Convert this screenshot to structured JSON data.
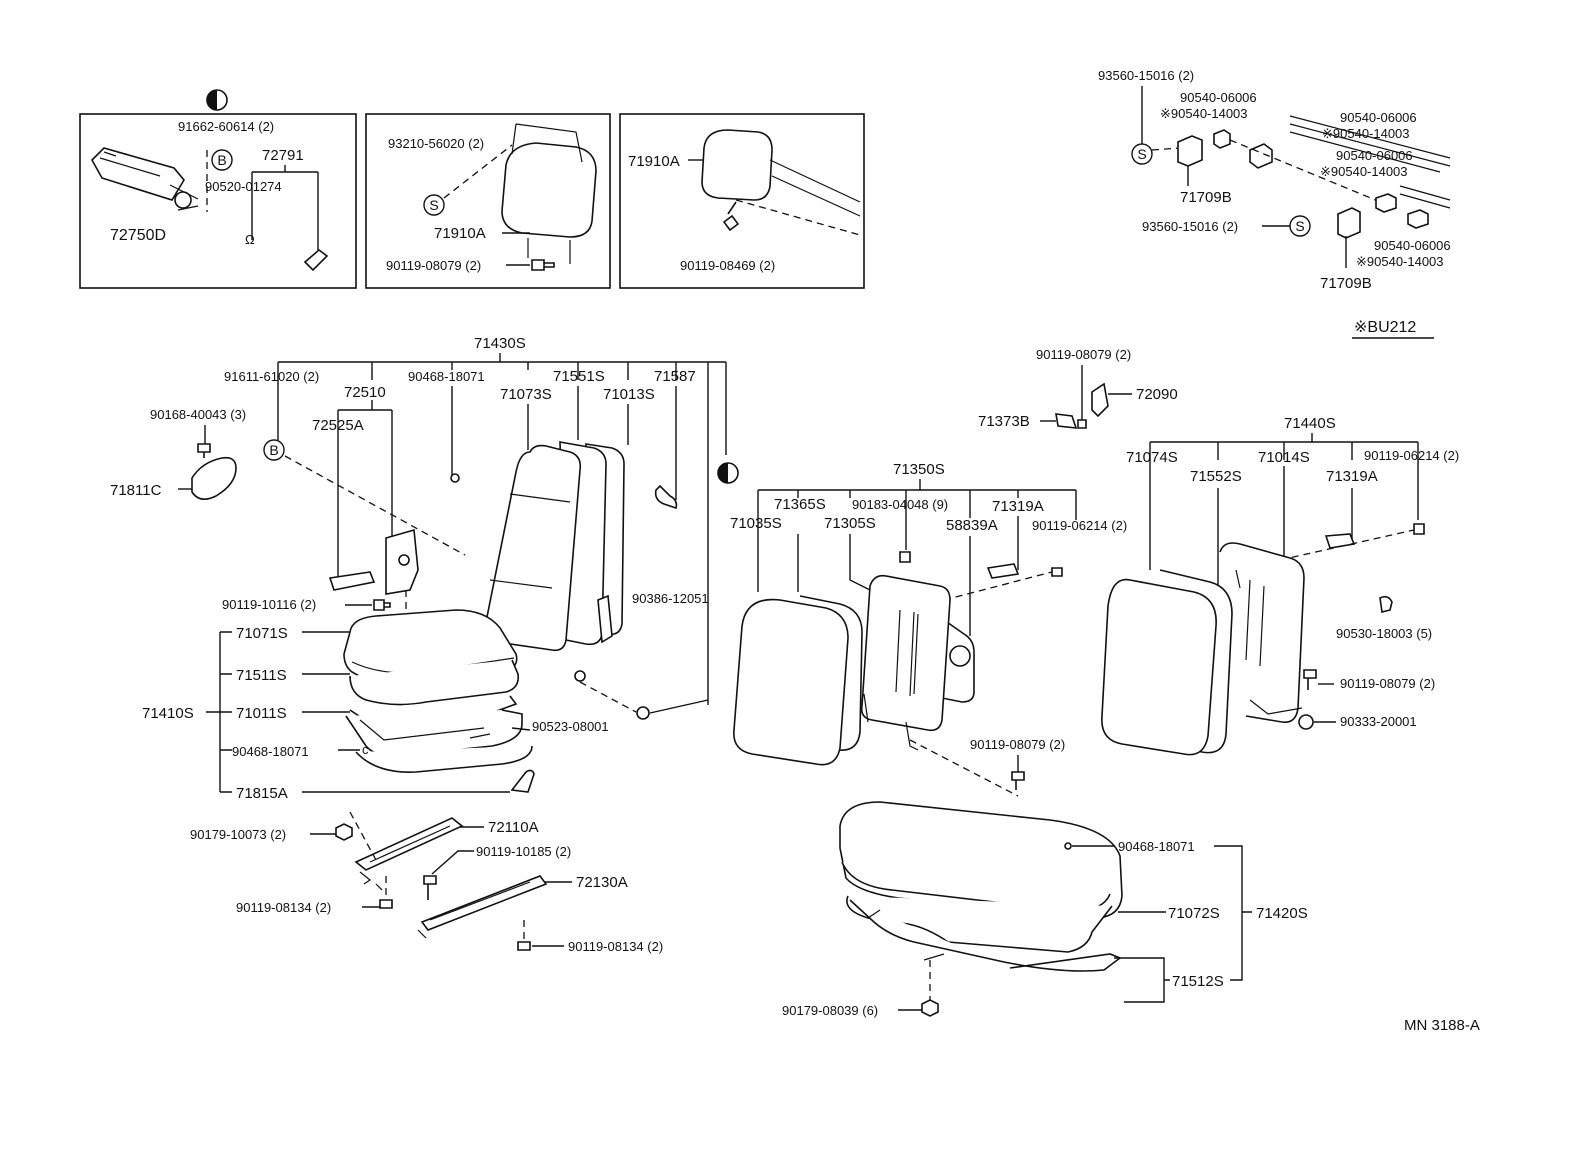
{
  "drawing_id": "MN 3188-A",
  "variant_note": "※BU212",
  "symbols": {
    "b": "B",
    "s": "S"
  },
  "inset1": {
    "p91662": "91662-60614 (2)",
    "p72791": "72791",
    "p90520": "90520-01274",
    "p72750D": "72750D"
  },
  "inset2": {
    "p93210": "93210-56020 (2)",
    "p71910A": "71910A",
    "p90119": "90119-08079 (2)"
  },
  "inset3": {
    "p71910A": "71910A",
    "p90119": "90119-08469 (2)"
  },
  "topright": {
    "p93560a": "93560-15016 (2)",
    "p90540_06006_a": "90540-06006",
    "p90540_14003_a": "※90540-14003",
    "p90540_06006_b": "90540-06006",
    "p90540_14003_b": "※90540-14003",
    "p90540_06006_c": "90540-06006",
    "p90540_14003_c": "※90540-14003",
    "p71709B_a": "71709B",
    "p93560b": "93560-15016 (2)",
    "p90540_06006_d": "90540-06006",
    "p90540_14003_d": "※90540-14003",
    "p71709B_b": "71709B"
  },
  "left_seat": {
    "p71430S": "71430S",
    "p91611": "91611-61020 (2)",
    "p72510": "72510",
    "p90468a": "90468-18071",
    "p71551S": "71551S",
    "p71587": "71587",
    "p90168": "90168-40043 (3)",
    "p72525A": "72525A",
    "p71073S": "71073S",
    "p71013S": "71013S",
    "p71811C": "71811C",
    "p90119_10116": "90119-10116 (2)",
    "p90386": "90386-12051",
    "p71071S": "71071S",
    "p71511S": "71511S",
    "p71410S": "71410S",
    "p71011S": "71011S",
    "p90523": "90523-08001",
    "p90468b": "90468-18071",
    "p71815A": "71815A",
    "p72110A": "72110A",
    "p90179_10073": "90179-10073 (2)",
    "p90119_10185": "90119-10185 (2)",
    "p72130A": "72130A",
    "p90119_08134a": "90119-08134 (2)",
    "p90119_08134b": "90119-08134 (2)"
  },
  "right_seat": {
    "p90119_08079a": "90119-08079 (2)",
    "p72090": "72090",
    "p71373B": "71373B",
    "p71350S": "71350S",
    "p71365S": "71365S",
    "p90183": "90183-04048 (9)",
    "p71319A_a": "71319A",
    "p71035S": "71035S",
    "p71305S": "71305S",
    "p58839A": "58839A",
    "p90119_06214a": "90119-06214 (2)",
    "p71440S": "71440S",
    "p71074S": "71074S",
    "p71014S": "71014S",
    "p90119_06214b": "90119-06214 (2)",
    "p71552S": "71552S",
    "p71319A_b": "71319A",
    "p90530": "90530-18003 (5)",
    "p90119_08079b": "90119-08079 (2)",
    "p90333": "90333-20001",
    "p90119_08079c": "90119-08079 (2)",
    "p90468": "90468-18071",
    "p71072S": "71072S",
    "p71420S": "71420S",
    "p71512S": "71512S",
    "p90179_08039": "90179-08039 (6)"
  }
}
